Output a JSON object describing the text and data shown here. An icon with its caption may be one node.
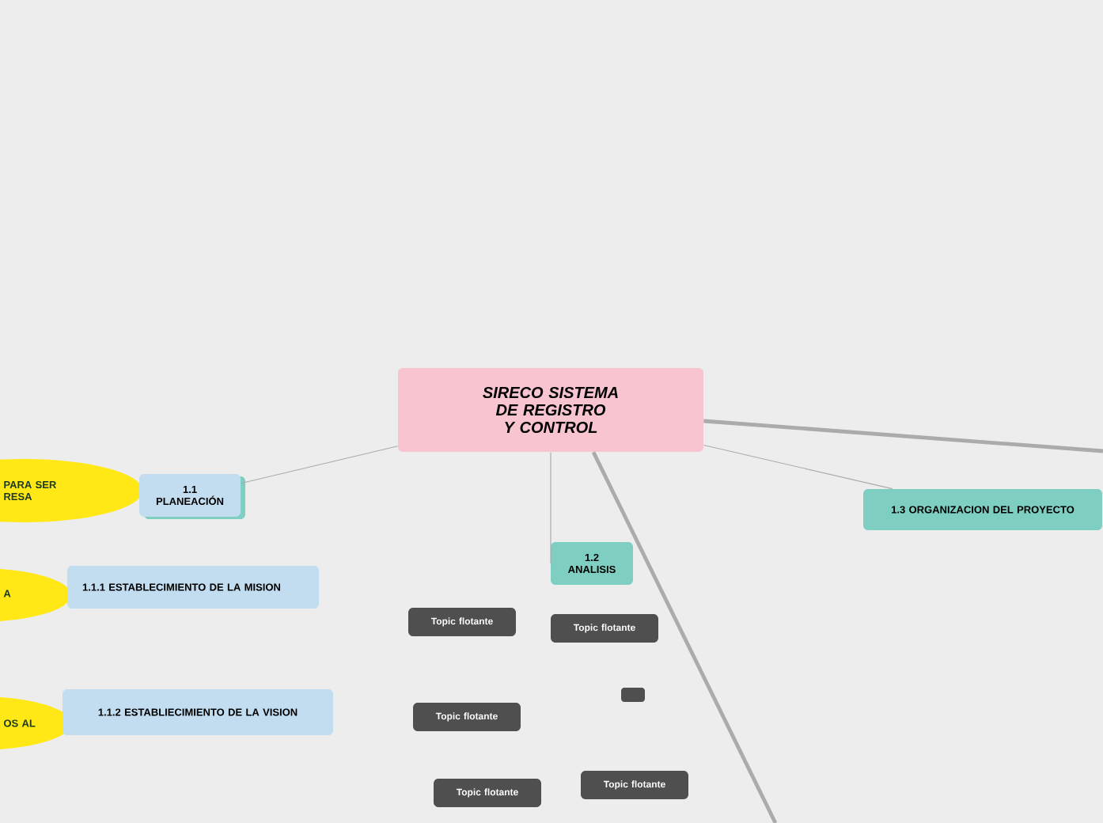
{
  "diagram": {
    "nodes": [
      {
        "text": [
          "SIRECO SISTEMA DE REGISTRO Y CONTROL"
        ]
      },
      {
        "text": [
          "PARA SER RESA"
        ]
      },
      {
        "text": [
          "1.1 PLANEACIÓN"
        ]
      },
      {
        "text": [
          "1.2 ANALISIS"
        ]
      },
      {
        "text": [
          "1.3 ORGANIZACION DEL PROYECTO"
        ]
      },
      {
        "text": [
          "A"
        ]
      },
      {
        "text": [
          "1.1.1 ESTABLECIMIENTO DE LA MISION"
        ]
      },
      {
        "text": [
          "OS AL"
        ]
      },
      {
        "text": [
          "1.1.2 ESTABLIECIMIENTO DE LA VISION"
        ]
      },
      {
        "text": [
          "Topic flotante"
        ]
      },
      {
        "text": [
          "Topic flotante"
        ]
      },
      {
        "text": [],
        "shape": "box"
      },
      {
        "text": [
          "Topic flotante"
        ]
      },
      {
        "text": [
          "Topic flotante"
        ]
      },
      {
        "text": [
          "Topic flotante"
        ]
      }
    ],
    "edges": [
      {
        "from": 0,
        "to": 2,
        "arrow": "none"
      },
      {
        "from": 0,
        "to": 3,
        "arrow": "none"
      },
      {
        "from": 0,
        "to": 4,
        "arrow": "none"
      },
      {
        "from": 0,
        "to": null,
        "arrow": "none",
        "style": "thick"
      },
      {
        "from": 0,
        "to": null,
        "arrow": "none",
        "style": "thick"
      }
    ]
  }
}
